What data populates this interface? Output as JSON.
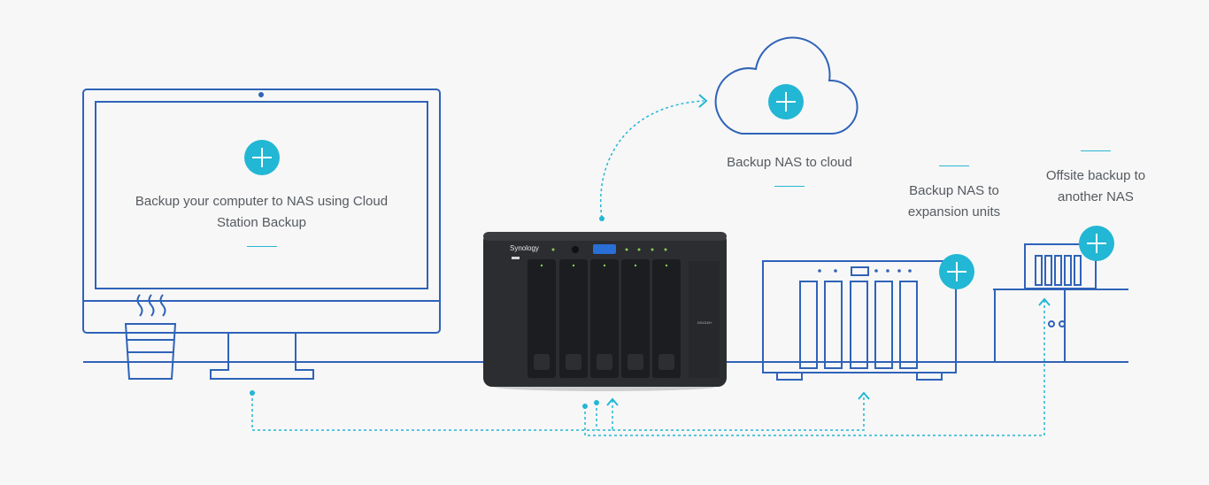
{
  "colors": {
    "background": "#f7f7f7",
    "line_blue": "#2f63b8",
    "accent_cyan": "#22b7d4",
    "text": "#555a60"
  },
  "computer": {
    "label_line1": "Backup your computer to NAS using Cloud",
    "label_line2": "Station Backup"
  },
  "cloud": {
    "label": "Backup NAS to cloud"
  },
  "expansion": {
    "label_line1": "Backup NAS to",
    "label_line2": "expansion units"
  },
  "offsite": {
    "label_line1": "Offsite backup to",
    "label_line2": "another NAS"
  },
  "nas": {
    "brand": "Synology",
    "model": "DS1515+"
  },
  "icons": {
    "plus": "plus-circle-icon",
    "arrow": "arrow-up-icon"
  }
}
